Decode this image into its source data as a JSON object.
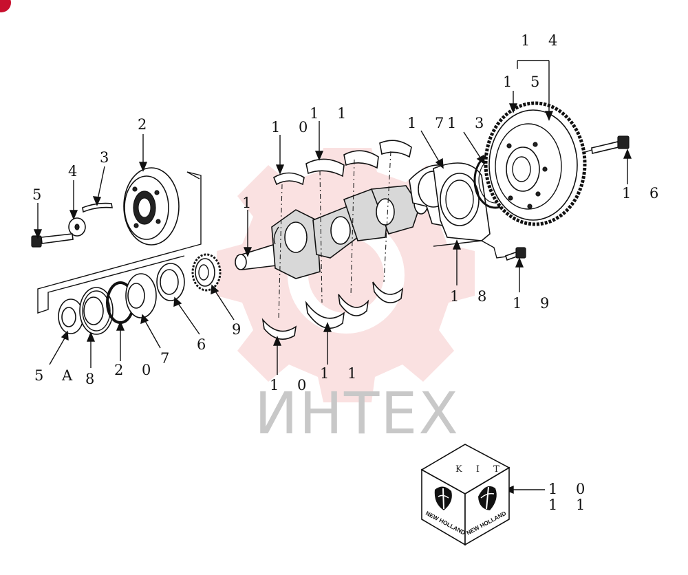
{
  "diagram": {
    "callouts": {
      "c1": "1",
      "c2": "2",
      "c3": "3",
      "c4": "4",
      "c5": "5",
      "c5a": "5 A",
      "c6": "6",
      "c7": "7",
      "c8": "8",
      "c9": "9",
      "c10_top": "1 0",
      "c11_top": "1 1",
      "c10_bottom": "1 0",
      "c11_bottom": "1 1",
      "c13": "1 3",
      "c14": "1 4",
      "c15": "1 5",
      "c16": "1 6",
      "c17": "1 7",
      "c18": "1 8",
      "c19": "1 9",
      "c20": "2 0",
      "kit_c10": "1 0",
      "kit_c11": "1 1"
    },
    "kit_box": {
      "label": "K I T",
      "brand_left": "NEW HOLLAND",
      "brand_right": "NEW HOLLAND"
    },
    "watermark": {
      "text": "ИНТЕХ",
      "color": "#f2b6b6"
    },
    "colors": {
      "ink": "#111111",
      "watermark_gear": "#f4c4c4",
      "watermark_text": "#c8c8c8",
      "corner_badge": "#c8102e"
    }
  }
}
